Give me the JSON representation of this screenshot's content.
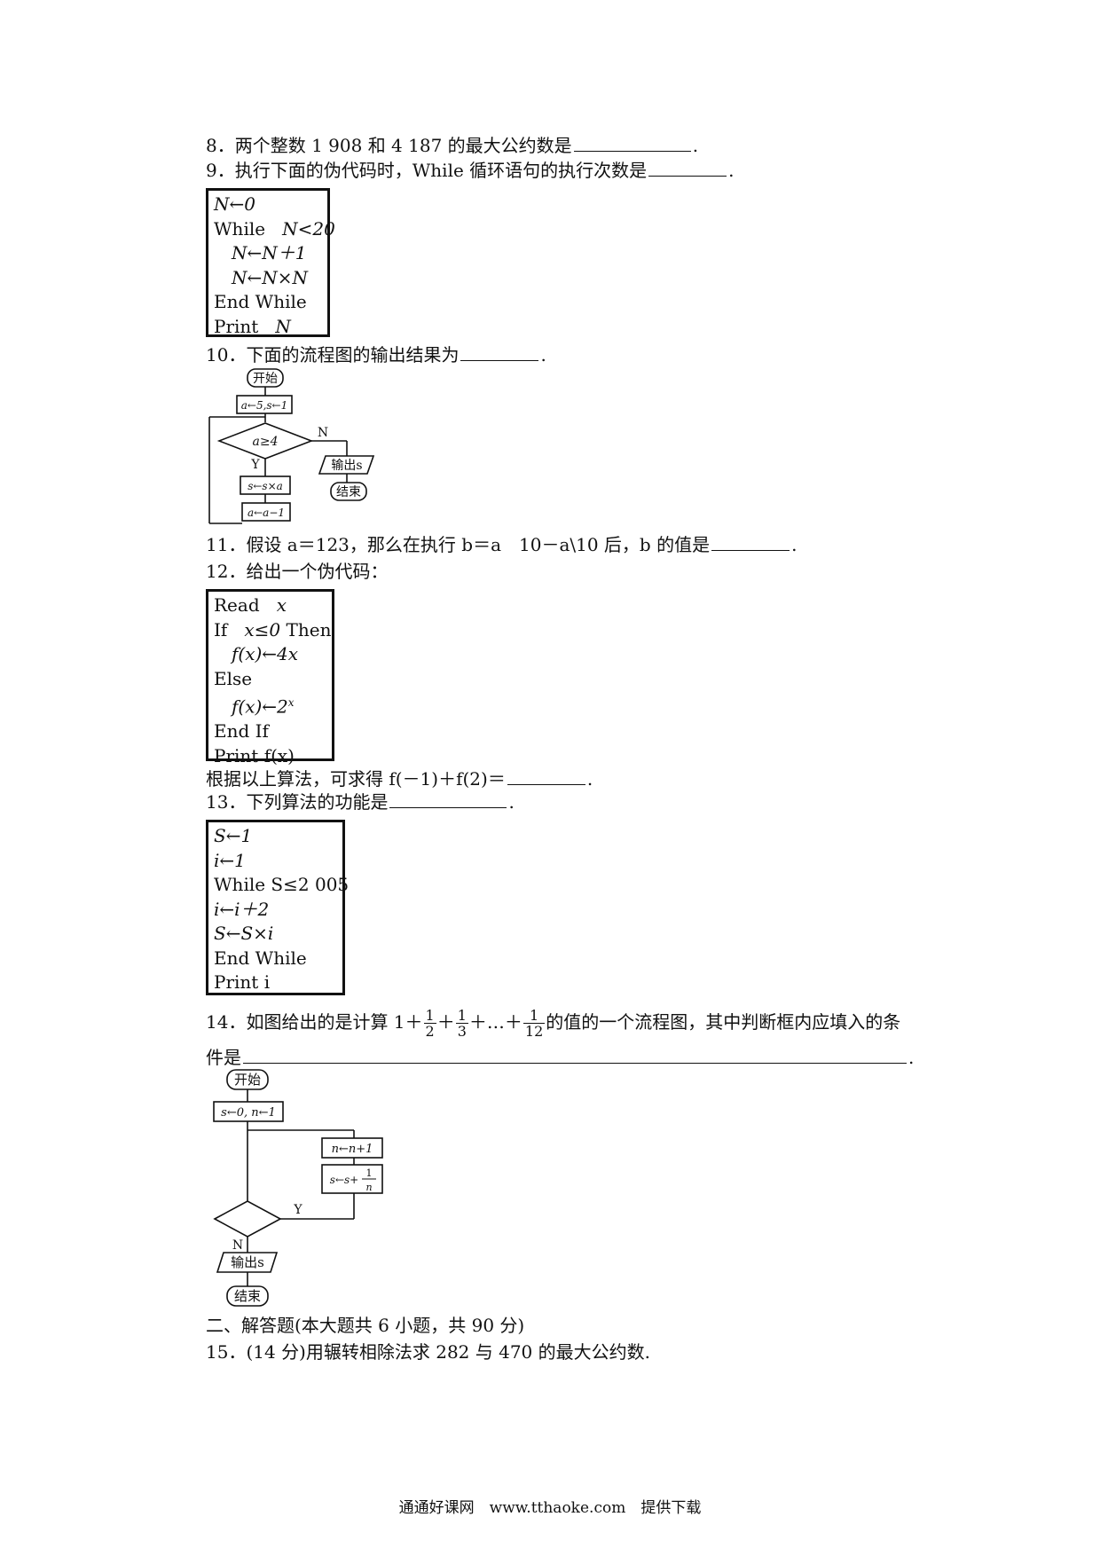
{
  "q8": {
    "num": "8．",
    "text": "两个整数 1 908 和 4 187 的最大公约数是",
    "end": "."
  },
  "q9": {
    "num": "9．",
    "text": "执行下面的伪代码时，While 循环语句的执行次数是",
    "end": "."
  },
  "code9": {
    "l1": "N←0",
    "l2_kw": "While",
    "l2_cond": "N<20",
    "l3": "N←N＋1",
    "l4": "N←N×N",
    "l5": "End While",
    "l6_kw": "Print",
    "l6_var": "N"
  },
  "q10": {
    "num": "10．",
    "text": "下面的流程图的输出结果为",
    "end": "."
  },
  "flow10": {
    "start": "开始",
    "init": "a←5,s←1",
    "cond": "a≥4",
    "no": "N",
    "yes": "Y",
    "out": "输出s",
    "end": "结束",
    "step1": "s←s×a",
    "step2": "a←a−1"
  },
  "q11": {
    "num": "11．",
    "text": "假设 a＝123，那么在执行 b＝a　10－a\\10 后，b 的值是",
    "end": "."
  },
  "q12": {
    "num": "12．",
    "text": "给出一个伪代码："
  },
  "code12": {
    "l1_kw": "Read",
    "l1_var": "x",
    "l2_kw": "If",
    "l2_cond": "x≤0",
    "l2_then": "Then",
    "l3": "f(x)←4x",
    "l4": "Else",
    "l5": "f(x)←2",
    "l5_sup": "x",
    "l6": "End If",
    "l7": "Print f(x)"
  },
  "q12b": {
    "text": "根据以上算法，可求得 f(－1)＋f(2)＝",
    "end": "."
  },
  "q13": {
    "num": "13．",
    "text": "下列算法的功能是",
    "end": "."
  },
  "code13": {
    "l1": "S←1",
    "l2": "i←1",
    "l3": "While S≤2 005",
    "l4": "i←i＋2",
    "l5": "S←S×i",
    "l6": "End While",
    "l7": "Print i"
  },
  "q14": {
    "num": "14．",
    "pre": "如图给出的是计算 1＋",
    "f1n": "1",
    "f1d": "2",
    "plus": "＋",
    "f2n": "1",
    "f2d": "3",
    "mid": "＋…＋",
    "f3n": "1",
    "f3d": "12",
    "post": "的值的一个流程图，其中判断框内应填入的条",
    "line2": "件是",
    "end": "."
  },
  "flow14": {
    "start": "开始",
    "init": "s←0, n←1",
    "step1": "n←n+1",
    "step2_pre": "s←s+",
    "step2_n": "1",
    "step2_d": "n",
    "yes": "Y",
    "no": "N",
    "out": "输出s",
    "end": "结束"
  },
  "section2": {
    "text": "二、解答题(本大题共 6 小题，共 90 分)"
  },
  "q15": {
    "num": "15．",
    "text": "(14 分)用辗转相除法求 282 与 470 的最大公约数."
  },
  "footer": {
    "text": "通通好课网　www.tthaoke.com　提供下载"
  }
}
